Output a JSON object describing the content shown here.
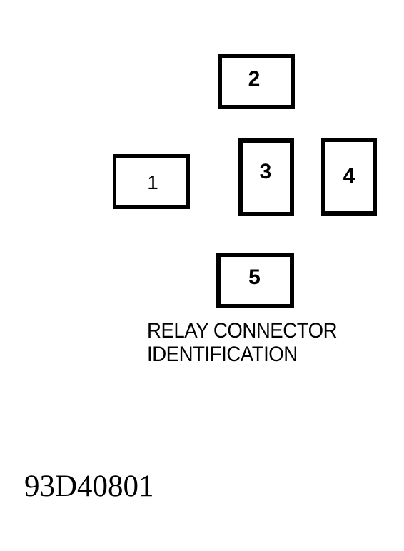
{
  "terminals": [
    {
      "id": "1",
      "label": "1"
    },
    {
      "id": "2",
      "label": "2"
    },
    {
      "id": "3",
      "label": "3"
    },
    {
      "id": "4",
      "label": "4"
    },
    {
      "id": "5",
      "label": "5"
    }
  ],
  "caption": {
    "line1": "RELAY CONNECTOR",
    "line2": "IDENTIFICATION"
  },
  "figure_code": "93D40801"
}
